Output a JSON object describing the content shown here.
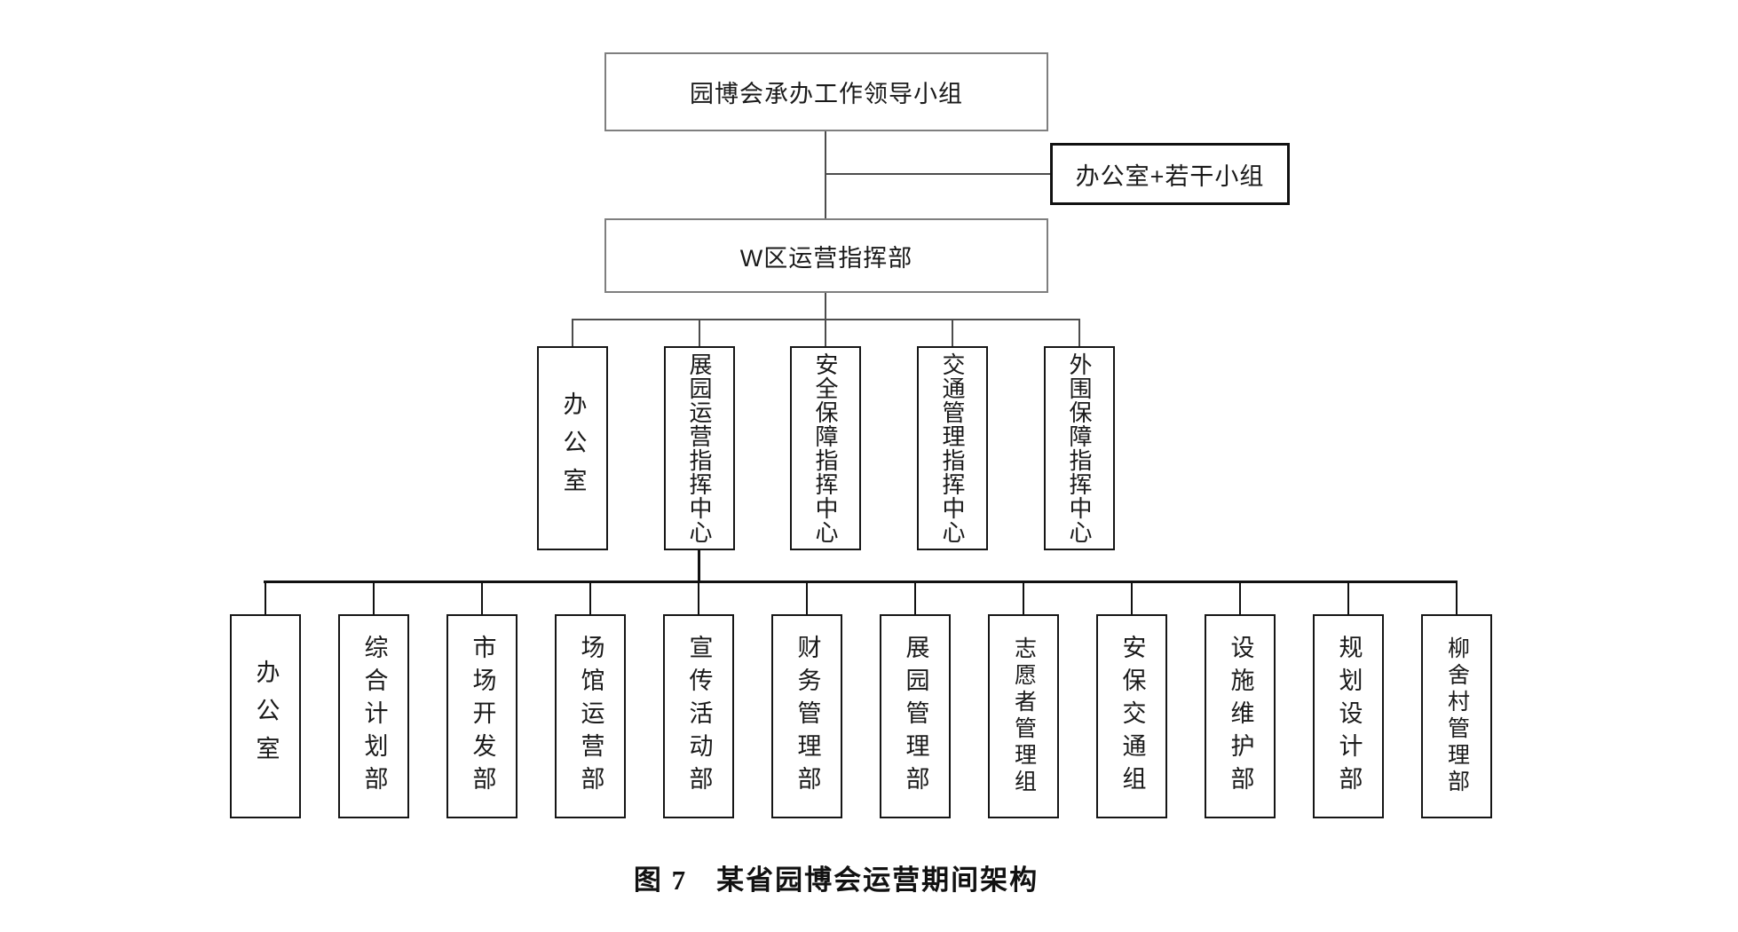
{
  "diagram": {
    "root": {
      "label": "园博会承办工作领导小组"
    },
    "staff": {
      "label": "办公室+若干小组"
    },
    "command": {
      "label": "W区运营指挥部"
    },
    "level3": {
      "items": [
        {
          "label": "办公室"
        },
        {
          "label": "展园运营指挥中心"
        },
        {
          "label": "安全保障指挥中心"
        },
        {
          "label": "交通管理指挥中心"
        },
        {
          "label": "外围保障指挥中心"
        }
      ]
    },
    "level4": {
      "items": [
        {
          "label": "办公室"
        },
        {
          "label": "综合计划部"
        },
        {
          "label": "市场开发部"
        },
        {
          "label": "场馆运营部"
        },
        {
          "label": "宣传活动部"
        },
        {
          "label": "财务管理部"
        },
        {
          "label": "展园管理部"
        },
        {
          "label": "志愿者管理组"
        },
        {
          "label": "安保交通组"
        },
        {
          "label": "设施维护部"
        },
        {
          "label": "规划设计部"
        },
        {
          "label": "柳舍村管理部"
        }
      ]
    },
    "caption": "图 7　某省园博会运营期间架构"
  },
  "colors": {
    "background": "#ffffff",
    "border_gray": "#7f7f7f",
    "border_dark": "#161616",
    "line_thin": "#4d4d4d",
    "line_thick": "#111111",
    "text": "#1a1a1a"
  }
}
